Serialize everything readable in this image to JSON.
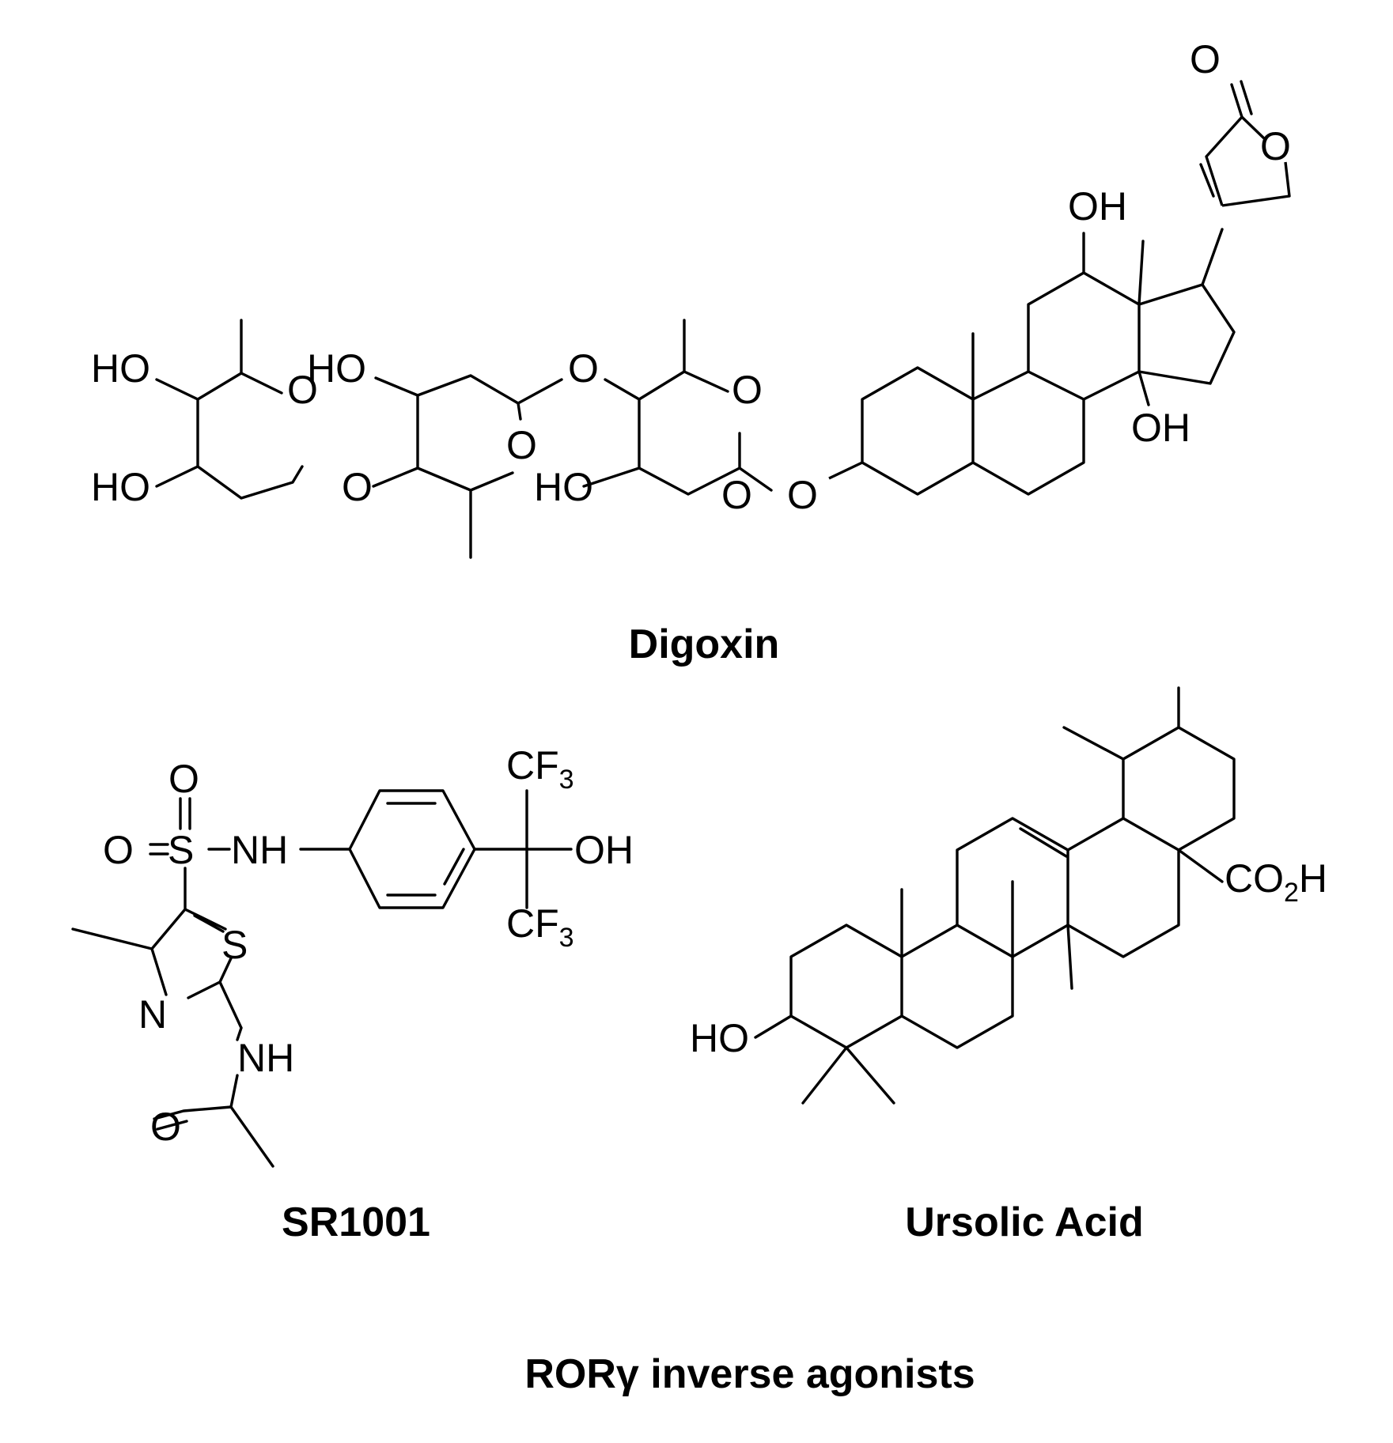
{
  "figure": {
    "title": "RORγ inverse agonists",
    "compounds": [
      {
        "name": "Digoxin",
        "atom_labels": [
          "HO",
          "HO",
          "O",
          "O",
          "HO",
          "O",
          "O",
          "O",
          "HO",
          "O",
          "O",
          "OH",
          "OH",
          "O",
          "O"
        ]
      },
      {
        "name": "SR1001",
        "atom_labels": [
          "O",
          "O",
          "S",
          "NH",
          "CF3",
          "OH",
          "CF3",
          "S",
          "N",
          "NH",
          "O"
        ]
      },
      {
        "name": "Ursolic Acid",
        "atom_labels": [
          "HO",
          "CO2H"
        ]
      }
    ]
  }
}
